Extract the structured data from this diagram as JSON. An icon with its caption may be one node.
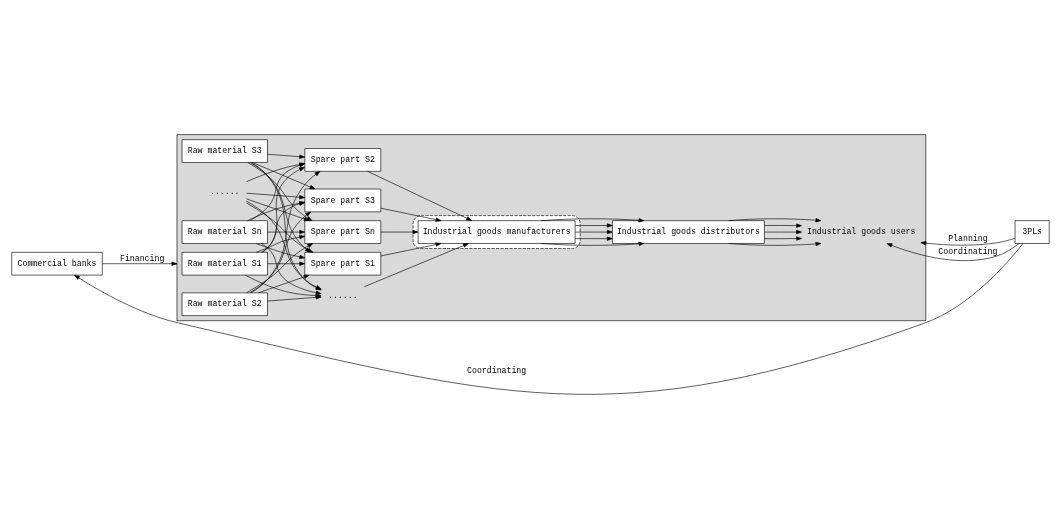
{
  "diagram": {
    "nodes": [
      {
        "text": [
          "Commercial banks"
        ]
      },
      {
        "text": [],
        "shape": "box"
      },
      {
        "text": [
          "Raw material S1"
        ],
        "in": 1
      },
      {
        "text": [
          "Raw material S2"
        ],
        "in": 1
      },
      {
        "text": [
          "Raw material S3"
        ],
        "in": 1
      },
      {
        "text": [
          "......"
        ],
        "in": 1
      },
      {
        "text": [
          "Raw material Sn"
        ],
        "in": 1
      },
      {
        "text": [
          "Spare part S1"
        ],
        "in": 1
      },
      {
        "text": [
          "Spare part S2"
        ],
        "in": 1
      },
      {
        "text": [
          "Spare part S3"
        ],
        "in": 1
      },
      {
        "text": [
          "......"
        ],
        "in": 1
      },
      {
        "text": [
          "Spare part Sn"
        ],
        "in": 1
      },
      {
        "text": [],
        "shape": "ellipse",
        "in": 1
      },
      {
        "text": [
          "Industrial goods manufacturers"
        ],
        "in": 12
      },
      {
        "text": [
          "Industrial goods distributors"
        ],
        "in": 1
      },
      {
        "text": [
          "Industrial goods users"
        ],
        "in": 1
      },
      {
        "text": [
          "3PLs"
        ]
      }
    ],
    "edges": [
      {
        "from": 0,
        "to": 1,
        "arrow": "to",
        "label": "Financing"
      },
      {
        "from": 16,
        "to": 0,
        "arrow": "to",
        "label": "Coordinating"
      },
      {
        "from": 2,
        "to": 7,
        "arrow": "to"
      },
      {
        "from": 2,
        "to": 8,
        "arrow": "to"
      },
      {
        "from": 2,
        "to": 9,
        "arrow": "to"
      },
      {
        "from": 2,
        "to": 10,
        "arrow": "to"
      },
      {
        "from": 2,
        "to": 11,
        "arrow": "to"
      },
      {
        "from": 3,
        "to": 7,
        "arrow": "to"
      },
      {
        "from": 3,
        "to": 8,
        "arrow": "to"
      },
      {
        "from": 3,
        "to": 9,
        "arrow": "to"
      },
      {
        "from": 3,
        "to": 10,
        "arrow": "to"
      },
      {
        "from": 3,
        "to": 11,
        "arrow": "to"
      },
      {
        "from": 4,
        "to": 7,
        "arrow": "to"
      },
      {
        "from": 4,
        "to": 8,
        "arrow": "to"
      },
      {
        "from": 4,
        "to": 9,
        "arrow": "to"
      },
      {
        "from": 4,
        "to": 10,
        "arrow": "to"
      },
      {
        "from": 4,
        "to": 11,
        "arrow": "to"
      },
      {
        "from": 5,
        "to": 7,
        "arrow": "to"
      },
      {
        "from": 5,
        "to": 8,
        "arrow": "to"
      },
      {
        "from": 5,
        "to": 9,
        "arrow": "to"
      },
      {
        "from": 5,
        "to": 10,
        "arrow": "to"
      },
      {
        "from": 5,
        "to": 11,
        "arrow": "to"
      },
      {
        "from": 6,
        "to": 7,
        "arrow": "to"
      },
      {
        "from": 6,
        "to": 8,
        "arrow": "to"
      },
      {
        "from": 6,
        "to": 9,
        "arrow": "to"
      },
      {
        "from": 6,
        "to": 10,
        "arrow": "to"
      },
      {
        "from": 6,
        "to": 11,
        "arrow": "to"
      },
      {
        "from": 7,
        "to": 13,
        "arrow": "to"
      },
      {
        "from": 8,
        "to": 13,
        "arrow": "to"
      },
      {
        "from": 9,
        "to": 13,
        "arrow": "to"
      },
      {
        "from": 10,
        "to": 13,
        "arrow": "to"
      },
      {
        "from": 11,
        "to": 13,
        "arrow": "to"
      },
      {
        "from": 13,
        "to": 14,
        "arrow": "to"
      },
      {
        "from": 13,
        "to": 14,
        "arrow": "to"
      },
      {
        "from": 13,
        "to": 14,
        "arrow": "to"
      },
      {
        "from": 13,
        "to": 14,
        "arrow": "to"
      },
      {
        "from": 13,
        "to": 14,
        "arrow": "to"
      },
      {
        "from": 14,
        "to": 15,
        "arrow": "to"
      },
      {
        "from": 14,
        "to": 15,
        "arrow": "to"
      },
      {
        "from": 14,
        "to": 15,
        "arrow": "to"
      },
      {
        "from": 14,
        "to": 15,
        "arrow": "to"
      },
      {
        "from": 14,
        "to": 15,
        "arrow": "to"
      },
      {
        "from": 16,
        "to": 15,
        "arrow": "to",
        "label": "Planning"
      },
      {
        "from": 16,
        "to": 15,
        "arrow": "to",
        "label": "Coordinating"
      }
    ]
  }
}
